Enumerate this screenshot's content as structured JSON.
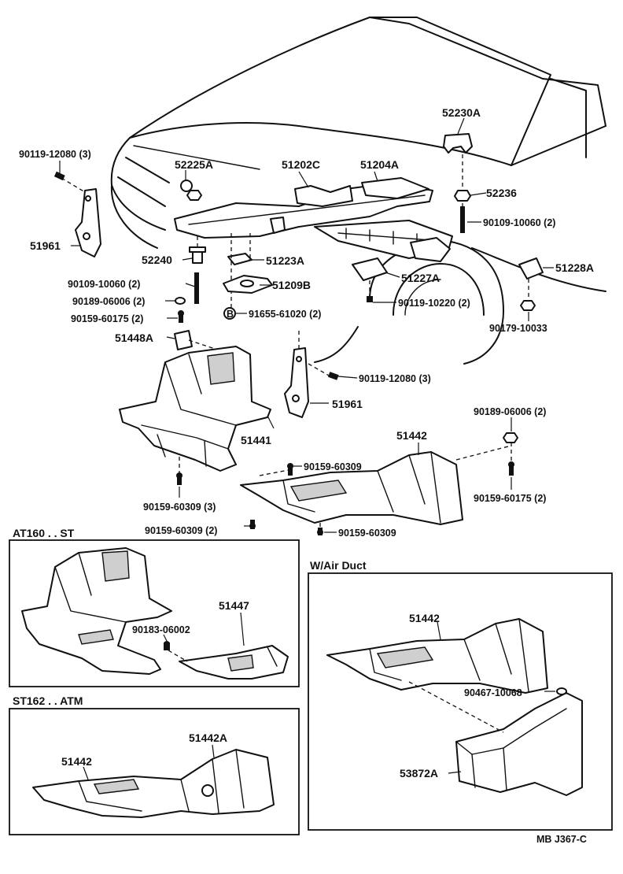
{
  "labels": {
    "p52230A": "52230A",
    "p90119_12080_3_top": "90119-12080 (3)",
    "p52225A": "52225A",
    "p51202C": "51202C",
    "p51204A": "51204A",
    "p52236": "52236",
    "p90109_10060_2_right": "90109-10060 (2)",
    "p51961_left": "51961",
    "p52240": "52240",
    "p51223A": "51223A",
    "p51228A": "51228A",
    "p90109_10060_2_left": "90109-10060 (2)",
    "p51209B": "51209B",
    "p51227A": "51227A",
    "p90189_06006_2_left": "90189-06006 (2)",
    "p90119_10220_2": "90119-10220 (2)",
    "p90159_60175_2_left": "90159-60175 (2)",
    "p91655_61020_2": "91655-61020 (2)",
    "p90179_10033": "90179-10033",
    "p51448A": "51448A",
    "p90119_12080_3_mid": "90119-12080 (3)",
    "p51961_mid": "51961",
    "p51441": "51441",
    "p90189_06006_2_right": "90189-06006 (2)",
    "p51442_main": "51442",
    "p90159_60309_a": "90159-60309",
    "p90159_60309_3": "90159-60309 (3)",
    "p90159_60175_2_right": "90159-60175 (2)",
    "p90159_60309_2": "90159-60309 (2)",
    "p90159_60309_b": "90159-60309",
    "p51447": "51447",
    "p90183_06002": "90183-06002",
    "p51442_airduct": "51442",
    "p90467_10068": "90467-10068",
    "p51442A": "51442A",
    "p51442_st162": "51442",
    "p53872A": "53872A",
    "bubble_letter": "B"
  },
  "sections": {
    "at160": "AT160 . . ST",
    "st162": "ST162 . . ATM",
    "air_duct": "W/Air Duct"
  },
  "figure_code": "MB J367-C"
}
